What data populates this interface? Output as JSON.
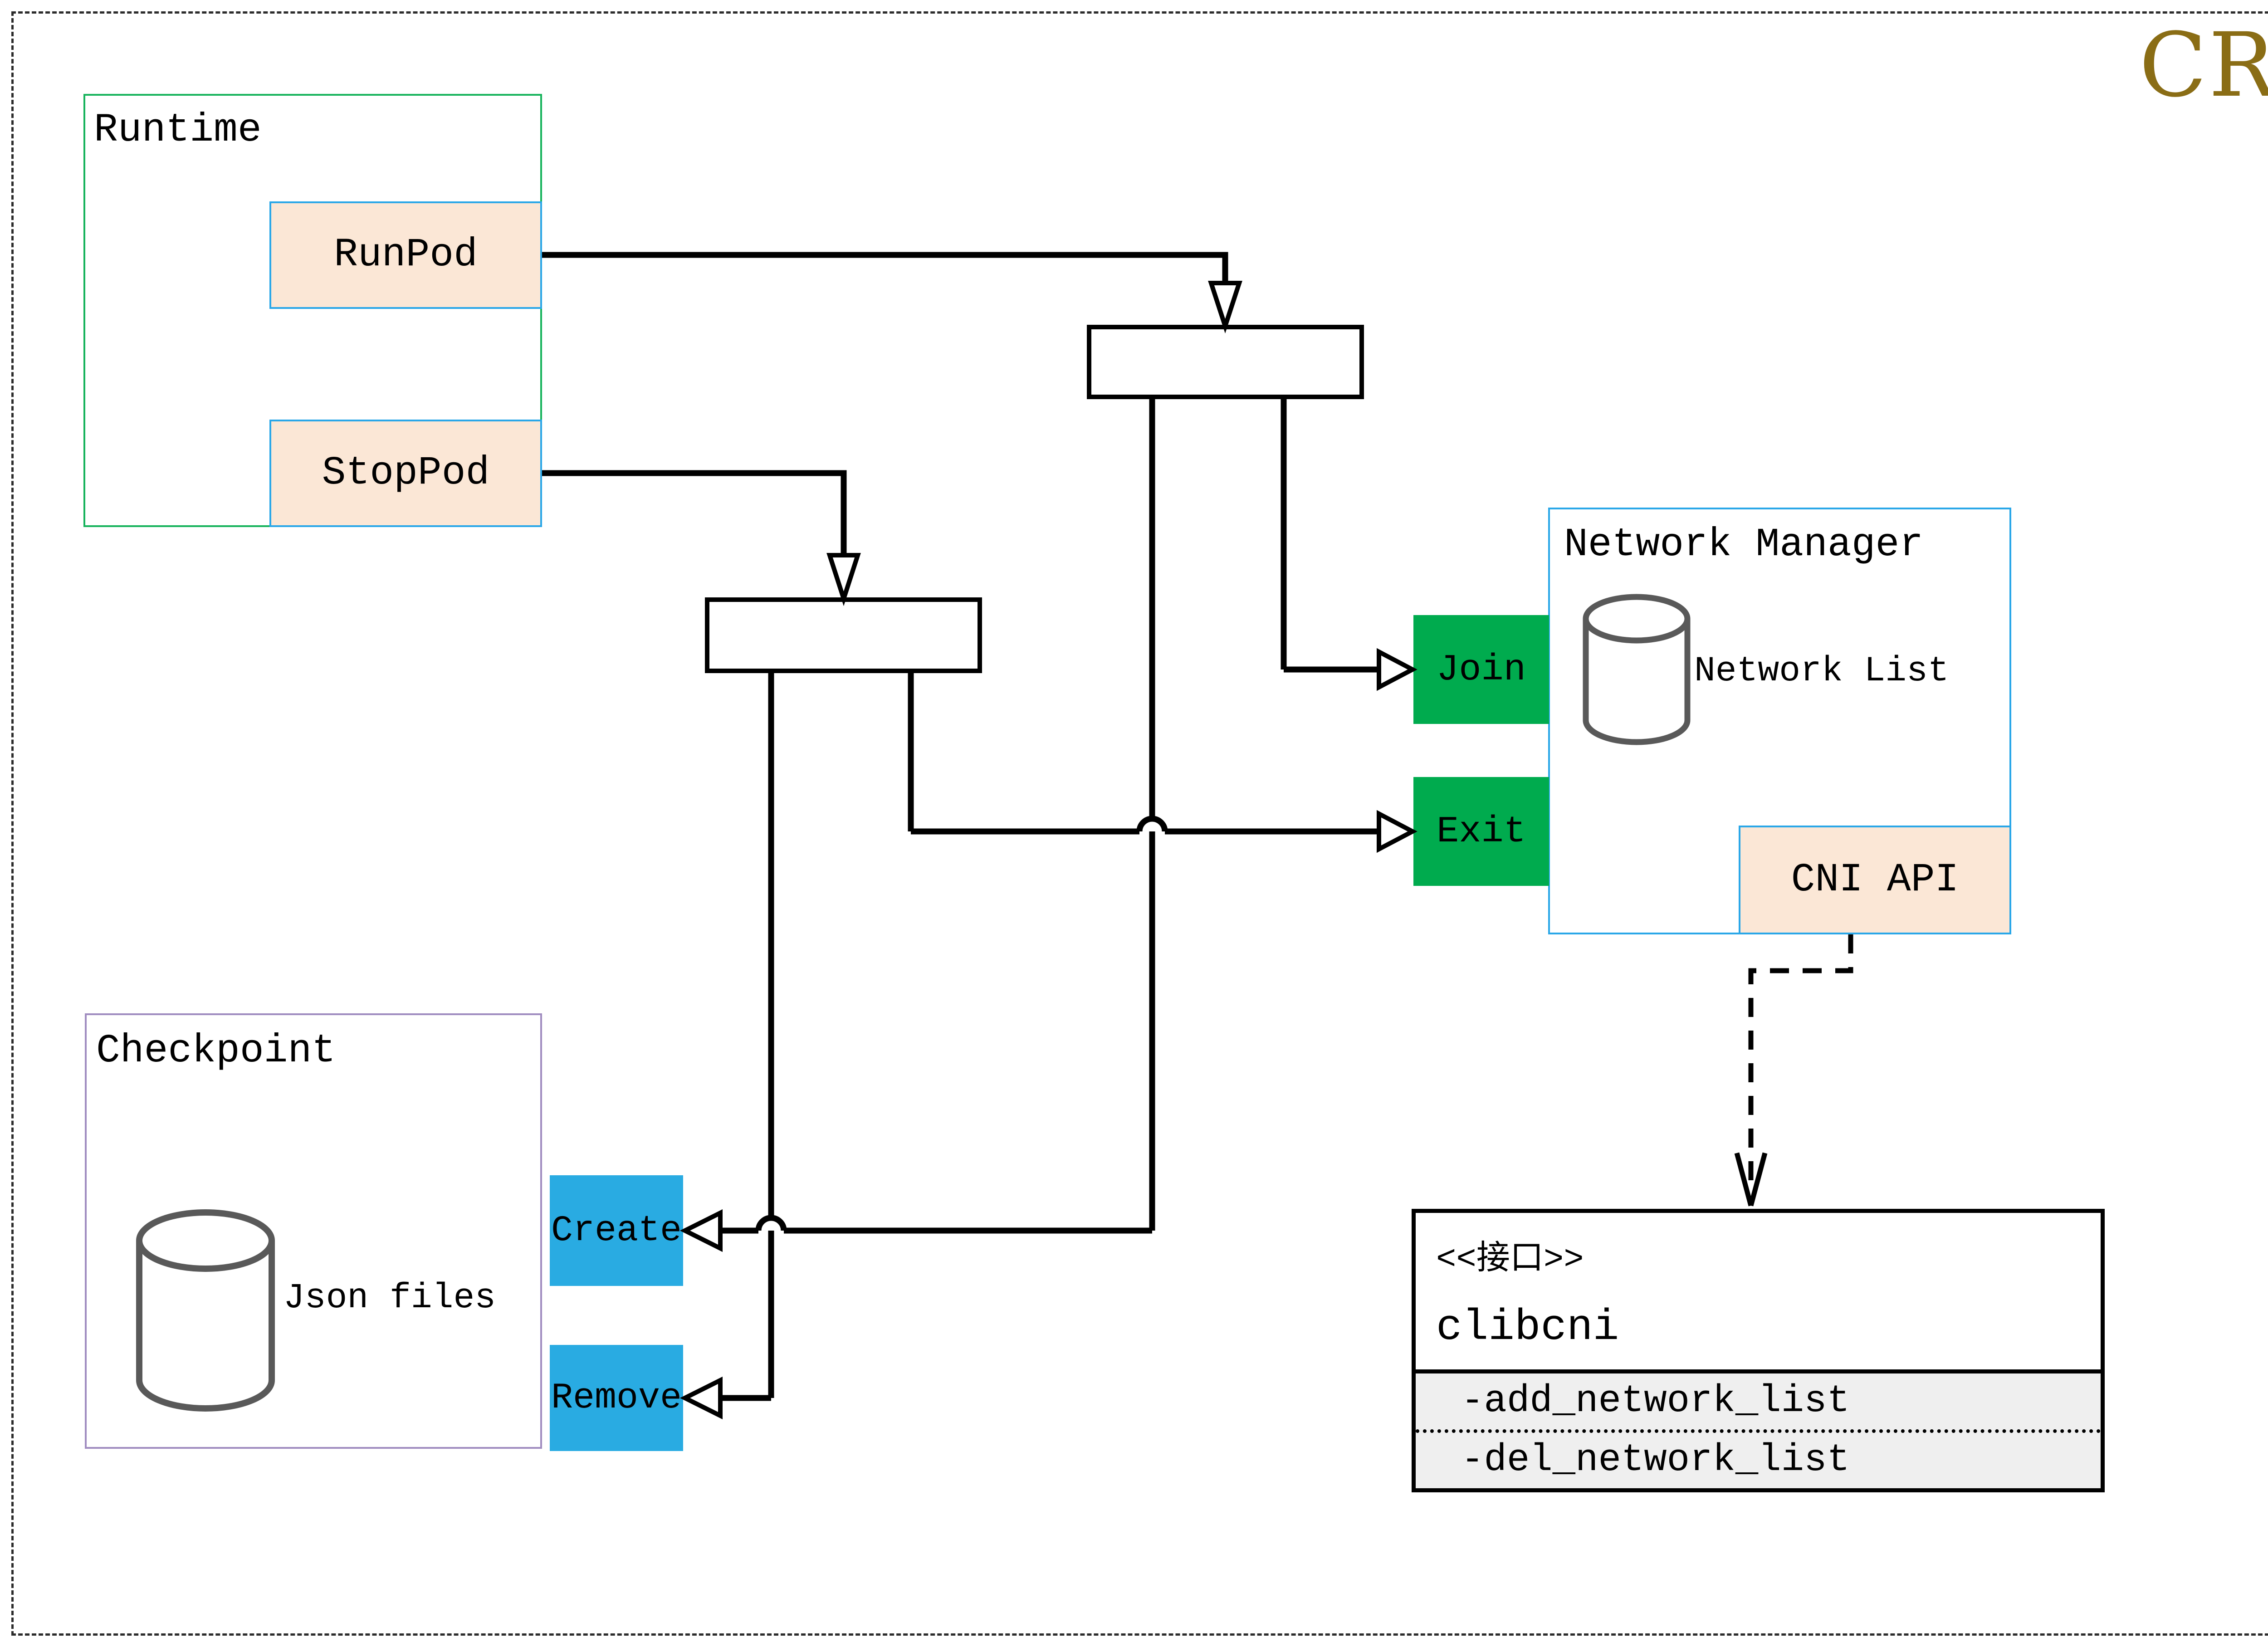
{
  "diagram_title": "CRI",
  "colors": {
    "title": "#8a6d15",
    "peach_fill": "#fbe7d6",
    "blue_border": "#2aa7e8",
    "runtime_border_green": "#17b35c",
    "checkpoint_border_purple": "#a08cc0",
    "action_green_fill": "#00ab4e",
    "action_cyan_fill": "#29abe2",
    "cylinder_gray": "#595959",
    "method_section_fill": "#efefef"
  },
  "runtime": {
    "label": "Runtime",
    "run_pod": "RunPod",
    "stop_pod": "StopPod"
  },
  "checkpoint": {
    "label": "Checkpoint",
    "cylinder": "Json files",
    "create": "Create",
    "remove": "Remove"
  },
  "network_manager": {
    "label": "Network Manager",
    "cylinder": "Network List",
    "join": "Join",
    "exit": "Exit",
    "cni_api": "CNI API"
  },
  "clibcni": {
    "stereotype": "<<接口>>",
    "name": "clibcni",
    "method_add": "-add_network_list",
    "method_del": "-del_network_list"
  }
}
